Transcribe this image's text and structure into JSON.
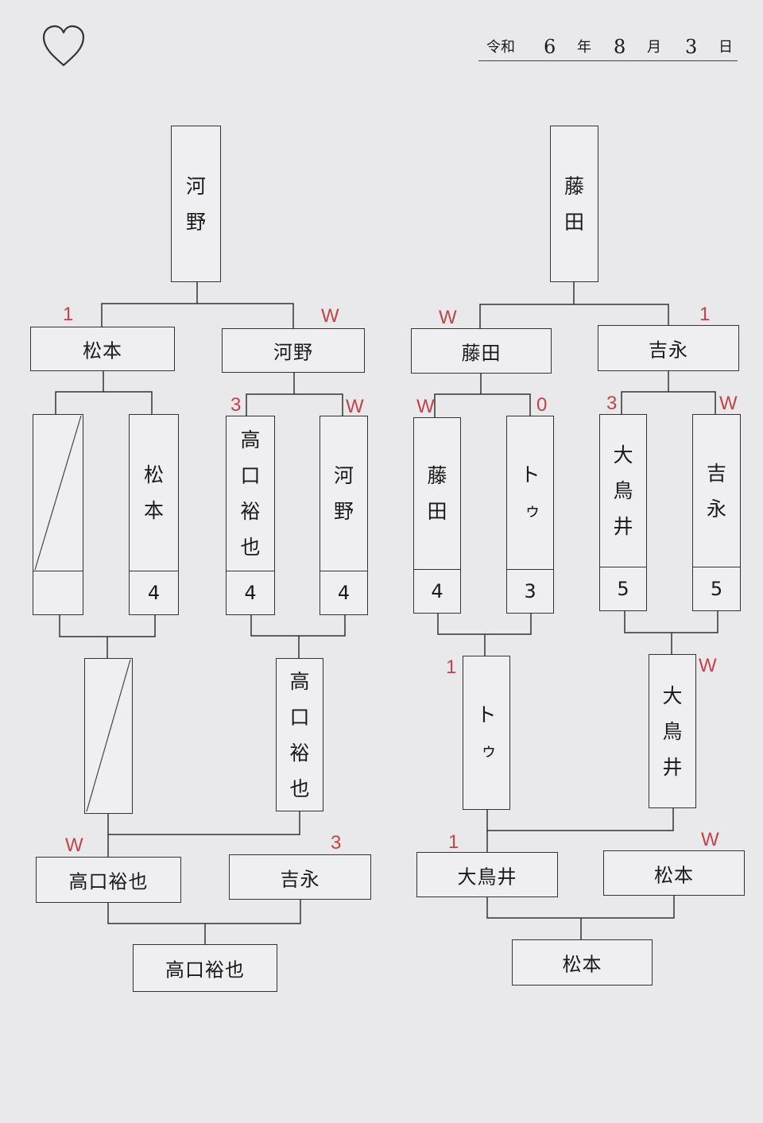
{
  "date": {
    "era": "令和",
    "year": "6",
    "year_unit": "年",
    "month": "8",
    "month_unit": "月",
    "day": "3",
    "day_unit": "日"
  },
  "icons": {
    "corner": "heart-outline-icon"
  },
  "colors": {
    "result_mark": "#c0444a",
    "line": "#333333",
    "paper": "#e9e8ea"
  },
  "left": {
    "champion": "河野",
    "semifinal": [
      {
        "name": "松本",
        "result": "1"
      },
      {
        "name": "河野",
        "result": "W"
      }
    ],
    "quarter": [
      {
        "name": "",
        "result": "",
        "score": "",
        "empty": true
      },
      {
        "name": "松本",
        "result": "",
        "score": "4"
      },
      {
        "name": "高口裕也",
        "result": "3",
        "score": "4"
      },
      {
        "name": "河野",
        "result": "W",
        "score": "4"
      }
    ],
    "lower_round": [
      {
        "name": "",
        "empty": true
      },
      {
        "name": "高口裕也"
      }
    ],
    "consolation": [
      {
        "name": "高口裕也",
        "result": "W"
      },
      {
        "name": "吉永",
        "result": "3"
      }
    ],
    "consolation_winner": "高口裕也"
  },
  "right": {
    "champion": "藤田",
    "semifinal": [
      {
        "name": "藤田",
        "result": "W"
      },
      {
        "name": "吉永",
        "result": "1"
      }
    ],
    "quarter": [
      {
        "name": "藤田",
        "result": "W",
        "score": "4"
      },
      {
        "name": "トゥ",
        "result": "0",
        "score": "3"
      },
      {
        "name": "大鳥井",
        "result": "3",
        "score": "5"
      },
      {
        "name": "吉永",
        "result": "W",
        "score": "5"
      }
    ],
    "lower_round": [
      {
        "name": "トゥ",
        "result": "1"
      },
      {
        "name": "大鳥井",
        "result": "W"
      }
    ],
    "consolation": [
      {
        "name": "大鳥井",
        "result": "1"
      },
      {
        "name": "松本",
        "result": "W"
      }
    ],
    "consolation_winner": "松本"
  }
}
